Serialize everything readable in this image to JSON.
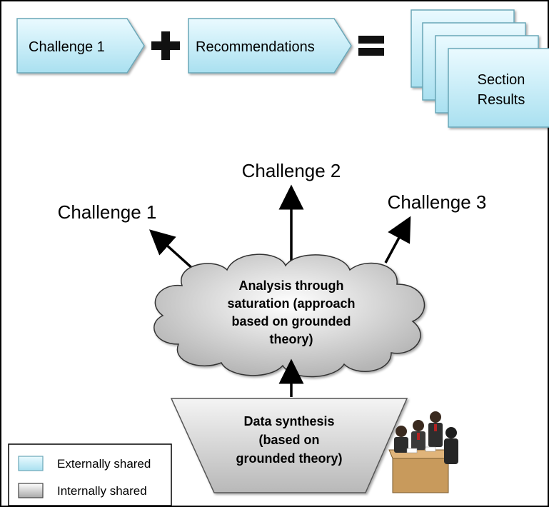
{
  "top_row": {
    "box1_label": "Challenge 1",
    "box2_label": "Recommendations",
    "plus_icon": "plus-icon",
    "equals_icon": "equals-icon",
    "results_line1": "Section",
    "results_line2": "Results"
  },
  "branches": {
    "challenge1": "Challenge 1",
    "challenge2": "Challenge 2",
    "challenge3": "Challenge 3"
  },
  "cloud": {
    "line1": "Analysis through",
    "line2": "saturation (approach",
    "line3": "based on grounded",
    "line4": "theory)"
  },
  "funnel": {
    "line1": "Data synthesis",
    "line2": "(based on",
    "line3": "grounded theory)"
  },
  "meeting_icon": "meeting-people-icon",
  "legend": {
    "external_label": "Externally shared",
    "internal_label": "Internally shared"
  },
  "colors": {
    "external_fill": "#bfeaf5",
    "internal_fill": "#c8c8c8",
    "frame": "#000000"
  }
}
